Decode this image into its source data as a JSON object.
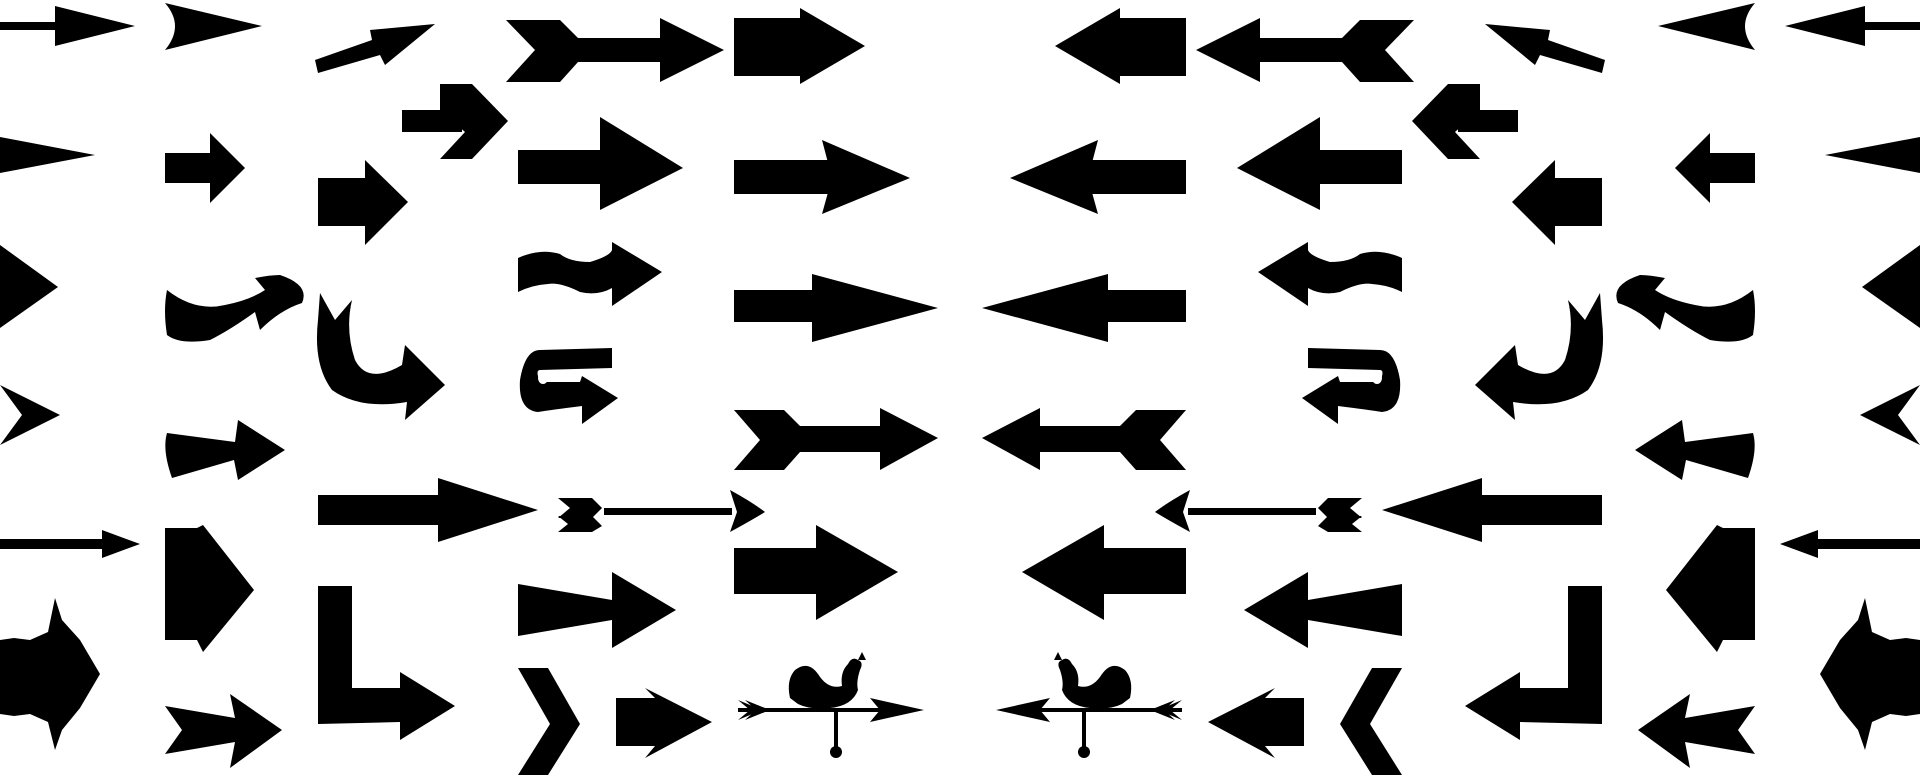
{
  "canvas": {
    "background": "#ffffff",
    "ink": "#000000"
  },
  "sheet": {
    "description_icon": "arrow-icon-set",
    "columns": [
      {
        "name": "col-1",
        "rows": [
          "thin-arrow-icon",
          "thin-wedge-icon",
          "triangle-edge-icon",
          "chevron-edge-icon",
          "long-thin-arrow-icon",
          "starburst-icon"
        ]
      },
      {
        "name": "col-2",
        "rows": [
          "notched-chevron-icon",
          "stub-arrow-icon",
          "curved-ribbon-arrow-icon",
          "flared-arrow-icon",
          "pentagon-arrow-icon",
          "splayed-arrow-icon"
        ]
      },
      {
        "name": "col-3",
        "rows": [
          "angled-thin-arrow-icon",
          "chunky-arrow-icon",
          "hook-curve-arrow-icon",
          "long-block-arrow-icon",
          "corner-arrow-icon"
        ]
      },
      {
        "name": "col-4",
        "rows": [
          "double-chevron-arrow-icon",
          "stacked-arrow-icon",
          "block-arrow-icon",
          "wavy-arrow-icon",
          "u-turn-arrow-icon",
          "feathered-arrow-icon",
          "flared-block-arrow-icon",
          "chevron-bracket-icon",
          "notched-block-arrow-icon"
        ]
      },
      {
        "name": "col-5",
        "rows": [
          "block-arrow-icon",
          "wide-arrow-icon",
          "long-point-arrow-icon",
          "fletched-arrow-icon",
          "thick-arrow-icon",
          "rooster-weathervane-icon"
        ]
      }
    ],
    "mirrored": true
  }
}
